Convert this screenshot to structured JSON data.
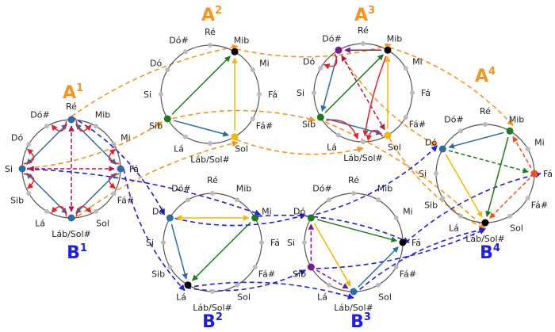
{
  "notes": [
    "Ré",
    "Mib",
    "Mi",
    "Fá",
    "Fá#",
    "Sol",
    "Láb/Sol#",
    "Lá",
    "Sib",
    "Si",
    "Dó",
    "Dó#"
  ],
  "colors": {
    "orange": "#f7941d",
    "blue": "#1f1fe0",
    "steel": "#2e6da4",
    "green": "#1e7b1e",
    "yellow": "#f5b800",
    "red": "#e8202a",
    "crimson": "#b0174a",
    "purple": "#7a1a8a",
    "black": "#000000",
    "orangered": "#ff4a10",
    "grey": "#bbbbbb",
    "circle": "#555555"
  },
  "circles": [
    {
      "id": "A1",
      "letter": "A",
      "sup": "1",
      "title_color": "orange",
      "dots": {
        "Ré": "steel",
        "Fá": "steel",
        "Láb/Sol#": "steel",
        "Si": "steel"
      },
      "edges": [
        {
          "from": "Ré",
          "to": "Fá",
          "color": "steel",
          "both": true
        },
        {
          "from": "Fá",
          "to": "Láb/Sol#",
          "color": "steel",
          "both": true
        },
        {
          "from": "Láb/Sol#",
          "to": "Si",
          "color": "steel",
          "both": true
        },
        {
          "from": "Si",
          "to": "Ré",
          "color": "steel",
          "both": true
        },
        {
          "from": "Ré",
          "to": "Láb/Sol#",
          "color": "crimson",
          "both": true,
          "dashed": true
        },
        {
          "from": "Si",
          "to": "Fá",
          "color": "crimson",
          "both": true,
          "dashed": true
        },
        {
          "from": "Ré",
          "to": "Mib",
          "color": "red",
          "curve": true
        },
        {
          "from": "Ré",
          "to": "Dó#",
          "color": "red",
          "curve": true
        },
        {
          "from": "Fá",
          "to": "Mi",
          "color": "red",
          "curve": true
        },
        {
          "from": "Fá",
          "to": "Fá#",
          "color": "red",
          "curve": true
        },
        {
          "from": "Láb/Sol#",
          "to": "Sol",
          "color": "red",
          "curve": true
        },
        {
          "from": "Láb/Sol#",
          "to": "Lá",
          "color": "red",
          "curve": true
        },
        {
          "from": "Si",
          "to": "Dó",
          "color": "red",
          "curve": true
        },
        {
          "from": "Si",
          "to": "Sib",
          "color": "red",
          "curve": true
        }
      ]
    },
    {
      "id": "A2",
      "letter": "A",
      "sup": "2",
      "title_color": "orange",
      "dots": {
        "Mib": "black",
        "Sib": "green",
        "Sol": "yellow"
      },
      "edges": [
        {
          "from": "Sib",
          "to": "Mib",
          "color": "green"
        },
        {
          "from": "Sib",
          "to": "Sol",
          "color": "steel"
        },
        {
          "from": "Sol",
          "to": "Mib",
          "color": "yellow"
        }
      ]
    },
    {
      "id": "A3",
      "letter": "A",
      "sup": "3",
      "title_color": "orange",
      "dots": {
        "Mib": "black",
        "Dó#": "purple",
        "Sib": "green",
        "Sol": "yellow"
      },
      "edges": [
        {
          "from": "Mib",
          "to": "Dó#",
          "color": "purple"
        },
        {
          "from": "Dó#",
          "to": "Sib",
          "color": "steel"
        },
        {
          "from": "Sib",
          "to": "Mib",
          "color": "green"
        },
        {
          "from": "Sol",
          "to": "Mib",
          "color": "yellow"
        },
        {
          "from": "Sib",
          "to": "Sol",
          "color": "steel"
        },
        {
          "from": "Dó#",
          "to": "Sol",
          "color": "crimson",
          "both": true,
          "dashed": true
        },
        {
          "from": "Dó#",
          "to": "Dó",
          "color": "red",
          "curve": true
        },
        {
          "from": "Mib",
          "to": "Láb/Sol#",
          "color": "red",
          "curve": true
        },
        {
          "from": "Sib",
          "to": "Láb/Sol#",
          "color": "red",
          "curve": true
        },
        {
          "from": "Sol",
          "to": "Láb/Sol#",
          "color": "red",
          "curve": true
        }
      ]
    },
    {
      "id": "A4",
      "letter": "A",
      "sup": "4",
      "title_color": "orange",
      "dots": {
        "Mib": "green",
        "Dó": "steel",
        "Fá": "orangered",
        "Láb/Sol#": "black"
      },
      "edges": [
        {
          "from": "Mib",
          "to": "Dó",
          "color": "steel"
        },
        {
          "from": "Mib",
          "to": "Láb/Sol#",
          "color": "green"
        },
        {
          "from": "Dó",
          "to": "Láb/Sol#",
          "color": "yellow"
        },
        {
          "from": "Dó",
          "to": "Fá",
          "color": "green",
          "dashed": true
        },
        {
          "from": "Fá",
          "to": "Mib",
          "color": "orangered",
          "dashed": true
        },
        {
          "from": "Fá",
          "to": "Láb/Sol#",
          "color": "orangered",
          "dashed": true
        }
      ]
    },
    {
      "id": "B2",
      "letter": "B",
      "sup": "2",
      "title_color": "blue",
      "dots": {
        "Dó": "steel",
        "Mi": "green",
        "Lá": "black"
      },
      "edges": [
        {
          "from": "Mi",
          "to": "Dó",
          "color": "yellow",
          "both": true
        },
        {
          "from": "Dó",
          "to": "Lá",
          "color": "steel"
        },
        {
          "from": "Mi",
          "to": "Lá",
          "color": "green"
        }
      ]
    },
    {
      "id": "B3",
      "letter": "B",
      "sup": "3",
      "title_color": "blue",
      "dots": {
        "Dó": "green",
        "Fá": "black",
        "Láb/Sol#": "steel",
        "Sib": "purple"
      },
      "edges": [
        {
          "from": "Dó",
          "to": "Fá",
          "color": "green"
        },
        {
          "from": "Dó",
          "to": "Láb/Sol#",
          "color": "yellow"
        },
        {
          "from": "Láb/Sol#",
          "to": "Fá",
          "color": "steel"
        },
        {
          "from": "Sib",
          "to": "Dó",
          "color": "purple",
          "dashed": true
        },
        {
          "from": "Sib",
          "to": "Láb/Sol#",
          "color": "purple",
          "dashed": true
        }
      ]
    }
  ],
  "extra_titles": [
    {
      "id": "B1",
      "letter": "B",
      "sup": "1",
      "title_color": "blue"
    },
    {
      "id": "B4",
      "letter": "B",
      "sup": "4",
      "title_color": "blue"
    }
  ],
  "links": [
    {
      "from": [
        "A1",
        "Ré"
      ],
      "to": [
        "A2",
        "Mib"
      ],
      "color": "orange"
    },
    {
      "from": [
        "A1",
        "Si"
      ],
      "to": [
        "A2",
        "Sib"
      ],
      "color": "orange"
    },
    {
      "from": [
        "A1",
        "Láb/Sol#"
      ],
      "to": [
        "A2",
        "Sol"
      ],
      "color": "orange"
    },
    {
      "from": [
        "A2",
        "Mib"
      ],
      "to": [
        "A3",
        "Mib"
      ],
      "color": "orange"
    },
    {
      "from": [
        "A2",
        "Sib"
      ],
      "to": [
        "A3",
        "Sib"
      ],
      "color": "orange"
    },
    {
      "from": [
        "A2",
        "Sol"
      ],
      "to": [
        "A3",
        "Láb/Sol#"
      ],
      "color": "orange"
    },
    {
      "from": [
        "A3",
        "Mib"
      ],
      "to": [
        "A4",
        "Mib"
      ],
      "color": "orange"
    },
    {
      "from": [
        "A3",
        "Dó#"
      ],
      "to": [
        "A4",
        "Dó"
      ],
      "color": "orange"
    },
    {
      "from": [
        "A3",
        "Sib"
      ],
      "to": [
        "A4",
        "Láb/Sol#"
      ],
      "color": "orange"
    },
    {
      "from": [
        "A3",
        "Sol"
      ],
      "to": [
        "A4",
        "Láb/Sol#"
      ],
      "color": "orange"
    },
    {
      "from": [
        "A1",
        "Ré"
      ],
      "to": [
        "B2",
        "Dó"
      ],
      "color": "blue"
    },
    {
      "from": [
        "A1",
        "Fá"
      ],
      "to": [
        "B2",
        "Lá"
      ],
      "color": "blue"
    },
    {
      "from": [
        "A1",
        "Si"
      ],
      "to": [
        "B2",
        "Mi"
      ],
      "color": "blue"
    },
    {
      "from": [
        "B2",
        "Dó"
      ],
      "to": [
        "B3",
        "Dó"
      ],
      "color": "blue"
    },
    {
      "from": [
        "B2",
        "Mi"
      ],
      "to": [
        "B3",
        "Fá"
      ],
      "color": "blue"
    },
    {
      "from": [
        "B2",
        "Lá"
      ],
      "to": [
        "B3",
        "Sib"
      ],
      "color": "blue"
    },
    {
      "from": [
        "B2",
        "Lá"
      ],
      "to": [
        "B3",
        "Láb/Sol#"
      ],
      "color": "blue"
    },
    {
      "from": [
        "B3",
        "Dó"
      ],
      "to": [
        "A4",
        "Dó"
      ],
      "color": "blue"
    },
    {
      "from": [
        "B3",
        "Fá"
      ],
      "to": [
        "A4",
        "Fá"
      ],
      "color": "blue"
    },
    {
      "from": [
        "B3",
        "Sib"
      ],
      "to": [
        "A4",
        "Láb/Sol#"
      ],
      "color": "blue"
    },
    {
      "from": [
        "B3",
        "Láb/Sol#"
      ],
      "to": [
        "A4",
        "Láb/Sol#"
      ],
      "color": "blue"
    }
  ]
}
